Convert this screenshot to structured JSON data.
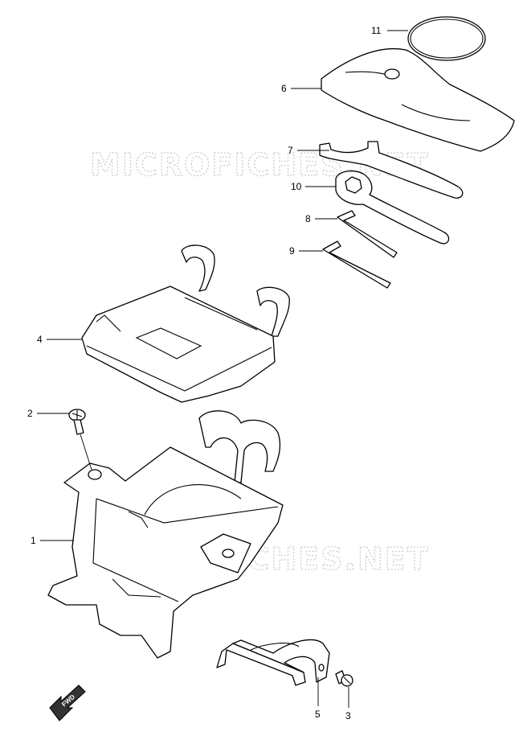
{
  "watermark": "MICROFICHES.NET",
  "fwd_label": "FWD",
  "callouts": {
    "c1": "1",
    "c2": "2",
    "c3": "3",
    "c4": "4",
    "c5": "5",
    "c6": "6",
    "c7": "7",
    "c8": "8",
    "c9": "9",
    "c10": "10",
    "c11": "11"
  }
}
